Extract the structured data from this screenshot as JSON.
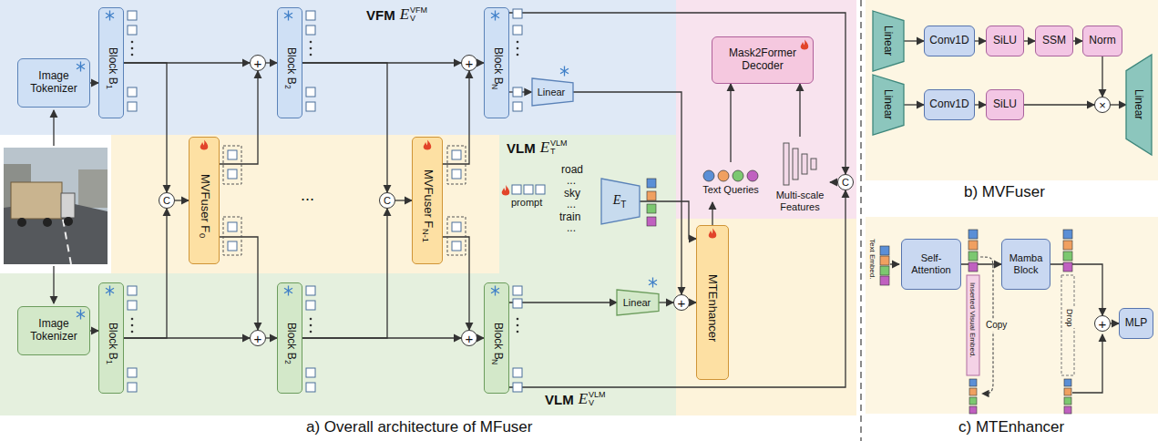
{
  "diagram": {
    "nodes": [
      {
        "text": [
          "VFM",
          "E",
          "V",
          "VFM"
        ]
      },
      {
        "text": [
          "Image Tokenizer"
        ],
        "in": 0
      },
      {
        "text": [
          "Block B",
          "1"
        ],
        "in": 0
      },
      {
        "text": [
          "+"
        ],
        "in": 0
      },
      {
        "text": [
          "Block B",
          "2"
        ],
        "in": 0
      },
      {
        "text": [
          "+"
        ],
        "in": 0
      },
      {
        "text": [
          "Block B",
          "N"
        ],
        "in": 0
      },
      {
        "text": [
          "Linear"
        ],
        "in": 0
      },
      {
        "text": [
          "C"
        ]
      },
      {
        "text": [
          "MVFuser F",
          "0"
        ]
      },
      {
        "text": [
          "C"
        ]
      },
      {
        "text": [
          "MVFuser F",
          "N-1"
        ]
      },
      {
        "text": [
          "VLM",
          "E",
          "T",
          "VLM"
        ]
      },
      {
        "text": [
          "E",
          "T"
        ],
        "in": 12
      },
      {
        "text": [
          "VLM",
          "E",
          "V",
          "VLM"
        ]
      },
      {
        "text": [
          "Image Tokenizer"
        ],
        "in": 14
      },
      {
        "text": [
          "Block B",
          "1"
        ],
        "in": 14
      },
      {
        "text": [
          "+"
        ],
        "in": 14
      },
      {
        "text": [
          "Block B",
          "2"
        ],
        "in": 14
      },
      {
        "text": [
          "+"
        ],
        "in": 14
      },
      {
        "text": [
          "Block B",
          "N"
        ],
        "in": 14
      },
      {
        "text": [
          "Linear"
        ],
        "in": 14
      },
      {
        "text": [
          "+"
        ]
      },
      {
        "text": [
          "MTEnhancer"
        ]
      },
      {
        "text": [
          "Mask2Former Decoder"
        ]
      },
      {
        "text": [
          "Text Queries"
        ]
      },
      {
        "text": [
          "Multi-scale Features"
        ]
      },
      {
        "text": [
          "C"
        ]
      },
      {
        "text": [
          "Linear"
        ]
      },
      {
        "text": [
          "Conv1D"
        ]
      },
      {
        "text": [
          "SiLU"
        ]
      },
      {
        "text": [
          "SSM"
        ]
      },
      {
        "text": [
          "Norm"
        ]
      },
      {
        "text": [
          "Linear"
        ]
      },
      {
        "text": [
          "Conv1D"
        ]
      },
      {
        "text": [
          "SiLU"
        ]
      },
      {
        "text": [
          "×"
        ]
      },
      {
        "text": [
          "Linear"
        ]
      },
      {
        "text": [
          "Self-Attention"
        ]
      },
      {
        "text": [
          "Mamba Block"
        ]
      },
      {
        "text": [
          "+"
        ]
      },
      {
        "text": [
          "MLP"
        ]
      }
    ],
    "edges": [
      {
        "from": 1,
        "to": 2,
        "arrow": "to"
      },
      {
        "from": 2,
        "to": 3,
        "arrow": "to"
      },
      {
        "from": 3,
        "to": 4,
        "arrow": "to"
      },
      {
        "from": 4,
        "to": 5,
        "arrow": "to"
      },
      {
        "from": 5,
        "to": 6,
        "arrow": "to"
      },
      {
        "from": 6,
        "to": 7,
        "arrow": "to"
      },
      {
        "from": 2,
        "to": 8,
        "arrow": "to"
      },
      {
        "from": 16,
        "to": 8,
        "arrow": "to"
      },
      {
        "from": 8,
        "to": 9,
        "arrow": "to"
      },
      {
        "from": 9,
        "to": 3,
        "arrow": "to"
      },
      {
        "from": 9,
        "to": 17,
        "arrow": "to"
      },
      {
        "from": 4,
        "to": 10,
        "arrow": "to"
      },
      {
        "from": 18,
        "to": 10,
        "arrow": "to"
      },
      {
        "from": 10,
        "to": 11,
        "arrow": "to"
      },
      {
        "from": 11,
        "to": 5,
        "arrow": "to"
      },
      {
        "from": 11,
        "to": 19,
        "arrow": "to"
      },
      {
        "from": 15,
        "to": 16,
        "arrow": "to"
      },
      {
        "from": 16,
        "to": 17,
        "arrow": "to"
      },
      {
        "from": 17,
        "to": 18,
        "arrow": "to"
      },
      {
        "from": 18,
        "to": 19,
        "arrow": "to"
      },
      {
        "from": 19,
        "to": 20,
        "arrow": "to"
      },
      {
        "from": 20,
        "to": 21,
        "arrow": "to"
      },
      {
        "from": 7,
        "to": 22,
        "arrow": "to"
      },
      {
        "from": 21,
        "to": 22,
        "arrow": "to"
      },
      {
        "from": 22,
        "to": 23,
        "arrow": "to"
      },
      {
        "from": 13,
        "to": 23,
        "arrow": "to"
      },
      {
        "from": 23,
        "to": 25,
        "arrow": "to"
      },
      {
        "from": 25,
        "to": 24,
        "arrow": "to"
      },
      {
        "from": 6,
        "to": 27,
        "arrow": "to"
      },
      {
        "from": 20,
        "to": 27,
        "arrow": "to"
      },
      {
        "from": 27,
        "to": 26,
        "arrow": "to"
      },
      {
        "from": 26,
        "to": 24,
        "arrow": "to"
      },
      {
        "from": 28,
        "to": 29,
        "arrow": "to"
      },
      {
        "from": 29,
        "to": 30,
        "arrow": "to"
      },
      {
        "from": 30,
        "to": 31,
        "arrow": "to"
      },
      {
        "from": 31,
        "to": 32,
        "arrow": "to"
      },
      {
        "from": 32,
        "to": 36,
        "arrow": "to"
      },
      {
        "from": 33,
        "to": 34,
        "arrow": "to"
      },
      {
        "from": 34,
        "to": 35,
        "arrow": "to"
      },
      {
        "from": 35,
        "to": 36,
        "arrow": "to"
      },
      {
        "from": 36,
        "to": 37,
        "arrow": "to"
      },
      {
        "from": 38,
        "to": 39,
        "arrow": "to"
      },
      {
        "from": 39,
        "to": 40,
        "arrow": "to"
      },
      {
        "from": 40,
        "to": 41,
        "arrow": "to"
      }
    ],
    "labels": [
      "prompt",
      "road",
      "...",
      "sky",
      "...",
      "train",
      "...",
      "...",
      "Text Embed.",
      "Copy",
      "Inserted Visual Embed.",
      "Drop",
      "a) Overall architecture of MFuser",
      "b) MVFuser",
      "c) MTEnhancer"
    ]
  }
}
